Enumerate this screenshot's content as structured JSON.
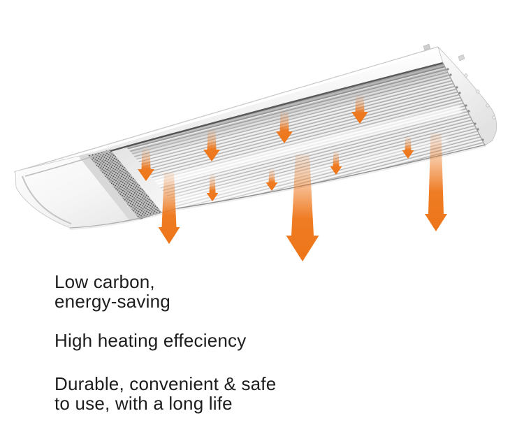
{
  "figure": {
    "alt": "White ceiling-mounted radiant heater panel shown from below at an angle, with a perforated air grille near the left end cap, a finned heating surface, a screwed right end cap, and orange arrows radiating heat downward",
    "heat_arrows": {
      "count": 11,
      "direction": "down"
    }
  },
  "features": {
    "items": [
      {
        "text": "Low carbon,\nenergy-saving"
      },
      {
        "text": "High heating effeciency"
      },
      {
        "text": "Durable, convenient & safe\nto use, with a long life"
      }
    ]
  },
  "colors": {
    "accent_orange": "#ee7518",
    "text": "#1d1d1d",
    "background": "#ffffff"
  }
}
